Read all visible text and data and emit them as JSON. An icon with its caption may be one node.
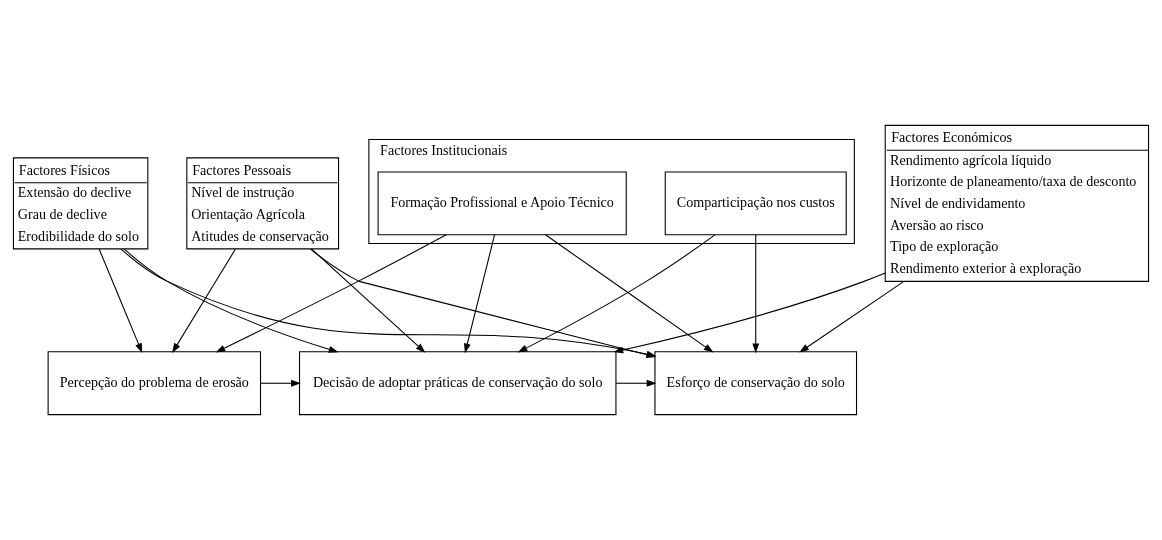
{
  "diagram": {
    "nodes": [
      {
        "text": [
          "Factores Pessoais",
          "Nível de instrução",
          "Orientação Agrícola",
          "Atitudes de conservação"
        ]
      },
      {
        "text": [
          "Factores Institucionais"
        ]
      },
      {
        "text": [
          "Formação Profissional e Apoio Técnico"
        ],
        "in": 1
      },
      {
        "text": [
          "Comparticipação nos custos"
        ],
        "in": 1
      },
      {
        "text": [
          "Percepção do problema de erosão"
        ]
      },
      {
        "text": [
          "Decisão de adoptar práticas de conservação do solo"
        ]
      },
      {
        "text": [
          "Esforço de conservação do solo"
        ]
      },
      {
        "text": [
          "Factores Físicos",
          "Extensão do declive",
          "Grau de declive",
          "Erodibilidade do solo"
        ]
      },
      {
        "text": [
          "Factores Económicos",
          "Rendimento agrícola líquido",
          "Horizonte de planeamento/taxa de desconto",
          "Nível de endividamento",
          "Aversão ao risco",
          "Tipo de exploração",
          "Rendimento exterior à exploração"
        ]
      }
    ],
    "edges": [
      {
        "from": 0,
        "to": 4,
        "arrow": "to"
      },
      {
        "from": 0,
        "to": 5,
        "arrow": "to"
      },
      {
        "from": 0,
        "to": 6,
        "arrow": "to"
      },
      {
        "from": 2,
        "to": 4,
        "arrow": "to"
      },
      {
        "from": 2,
        "to": 5,
        "arrow": "to"
      },
      {
        "from": 2,
        "to": 6,
        "arrow": "to"
      },
      {
        "from": 3,
        "to": 5,
        "arrow": "to"
      },
      {
        "from": 3,
        "to": 6,
        "arrow": "to"
      },
      {
        "from": 4,
        "to": 5,
        "arrow": "to"
      },
      {
        "from": 5,
        "to": 6,
        "arrow": "to"
      },
      {
        "from": 7,
        "to": 4,
        "arrow": "to"
      },
      {
        "from": 7,
        "to": 5,
        "arrow": "to"
      },
      {
        "from": 7,
        "to": 6,
        "arrow": "to"
      },
      {
        "from": 8,
        "to": 5,
        "arrow": "to"
      },
      {
        "from": 8,
        "to": 6,
        "arrow": "to"
      }
    ]
  }
}
